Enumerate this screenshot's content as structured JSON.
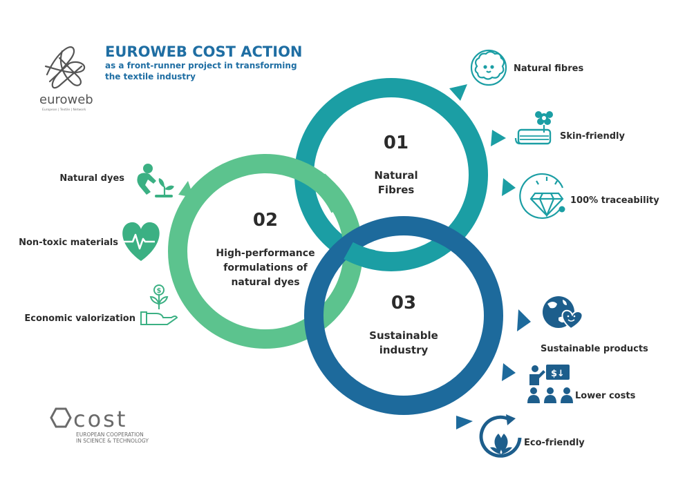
{
  "header": {
    "title": "EUROWEB COST ACTION",
    "subtitle_line1": "as a front-runner project in transforming",
    "subtitle_line2": "the textile industry"
  },
  "logos": {
    "euroweb_name": "euroweb",
    "euroweb_tagline": "European | Textile | Network",
    "cost_name": "cost",
    "cost_line1": "EUROPEAN COOPERATION",
    "cost_line2": "IN SCIENCE & TECHNOLOGY"
  },
  "colors": {
    "title": "#1f6ea3",
    "ring1": "#1b9ea4",
    "ring2": "#5cc38e",
    "ring3": "#1d6a9c",
    "icon_green": "#3bb083",
    "icon_teal": "#1b9ea4",
    "icon_blue": "#1d5e8c",
    "text": "#2b2b2b"
  },
  "rings": [
    {
      "number": "01",
      "label_line1": "Natural",
      "label_line2": "Fibres"
    },
    {
      "number": "02",
      "label_line1": "High-performance",
      "label_line2": "formulations of",
      "label_line3": "natural dyes"
    },
    {
      "number": "03",
      "label_line1": "Sustainable",
      "label_line2": "industry"
    }
  ],
  "features": {
    "natural_fibres": "Natural fibres",
    "skin_friendly": "Skin-friendly",
    "traceability": "100% traceability",
    "natural_dyes": "Natural dyes",
    "non_toxic": "Non-toxic materials",
    "economic": "Economic valorization",
    "sustainable_products": "Sustainable products",
    "lower_costs": "Lower costs",
    "eco_friendly": "Eco-friendly",
    "cost_symbol": "$↓"
  }
}
